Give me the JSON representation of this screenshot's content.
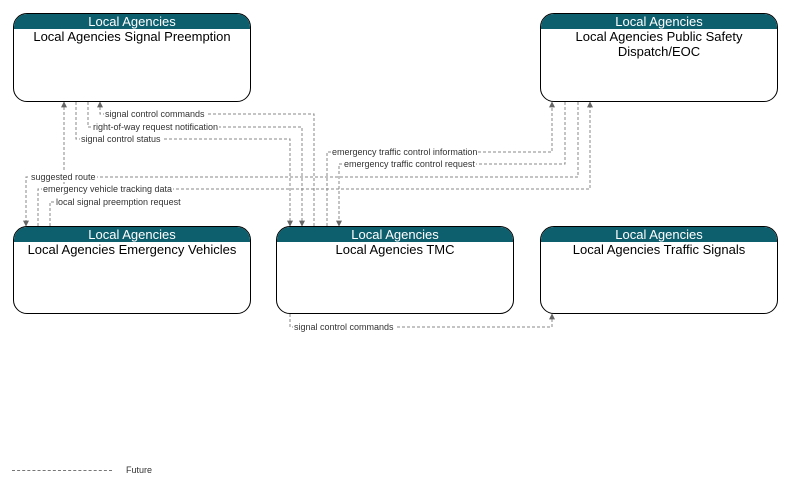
{
  "nodes": {
    "signal_preemption": {
      "group": "Local Agencies",
      "title": "Local Agencies Signal Preemption"
    },
    "public_safety": {
      "group": "Local Agencies",
      "title": "Local Agencies Public Safety Dispatch/EOC"
    },
    "emergency_vehicles": {
      "group": "Local Agencies",
      "title": "Local Agencies Emergency Vehicles"
    },
    "tmc": {
      "group": "Local Agencies",
      "title": "Local Agencies TMC"
    },
    "traffic_signals": {
      "group": "Local Agencies",
      "title": "Local Agencies Traffic Signals"
    }
  },
  "flows": {
    "f1": "signal control commands",
    "f2": "right-of-way request notification",
    "f3": "signal control status",
    "f4": "emergency traffic control information",
    "f5": "emergency traffic control request",
    "f6": "suggested route",
    "f7": "emergency vehicle tracking data",
    "f8": "local signal preemption request",
    "f9": "signal control commands"
  },
  "legend": {
    "future": "Future"
  }
}
